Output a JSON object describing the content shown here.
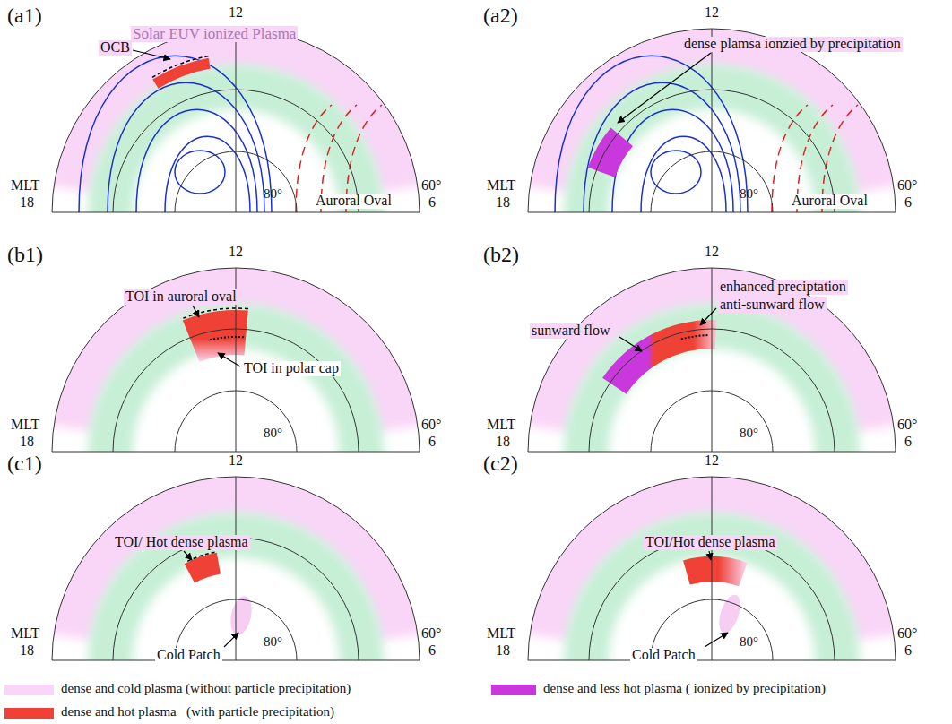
{
  "diagram": {
    "labels": [
      "(a1)",
      "12",
      "MLT",
      "18",
      "80°",
      "60°",
      "6",
      "Solar EUV ionized Plasma",
      "OCB",
      "Auroral Oval",
      "(a2)",
      "12",
      "MLT",
      "18",
      "80°",
      "60°",
      "6",
      "dense plamsa ionzied by precipitation",
      "Auroral Oval",
      "(b1)",
      "12",
      "MLT",
      "18",
      "80°",
      "60°",
      "6",
      "TOI in auroral oval",
      "TOI in polar cap",
      "(b2)",
      "12",
      "MLT",
      "18",
      "80°",
      "60°",
      "6",
      "enhanced preciptation",
      "anti-sunward flow",
      "sunward flow",
      "(c1)",
      "12",
      "MLT",
      "18",
      "80°",
      "60°",
      "6",
      "TOI/ Hot dense plasma",
      "Cold Patch",
      "(c2)",
      "12",
      "MLT",
      "18",
      "80°",
      "60°",
      "6",
      "TOI/Hot dense plasma",
      "Cold Patch"
    ],
    "legend": [
      {
        "text": "dense and cold plasma (without particle precipitation)",
        "color": "#f9d5f7"
      },
      {
        "text": "dense and less hot plasma ( ionized by precipitation)",
        "color": "#c838dc"
      },
      {
        "text": "dense and hot plasma   (with particle precipitation)",
        "color": "#ef4136"
      }
    ]
  }
}
